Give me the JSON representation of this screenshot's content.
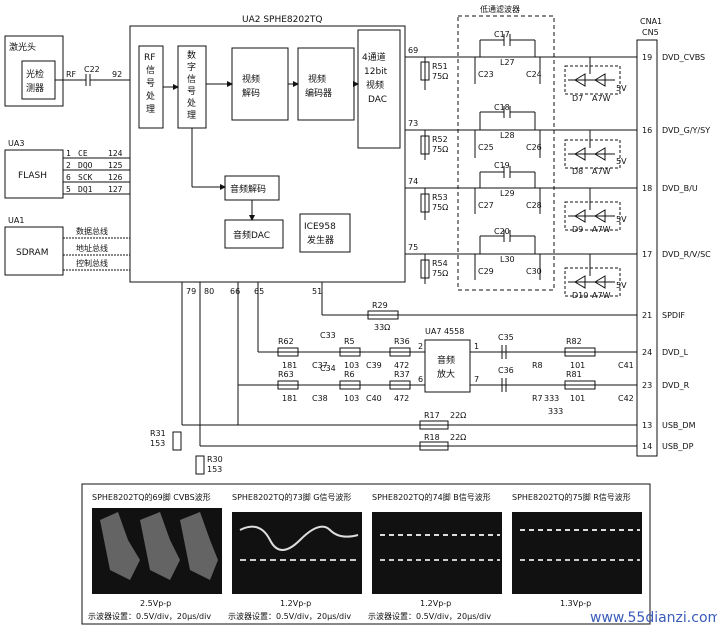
{
  "laser": {
    "title": "激光头",
    "detector": [
      "光检",
      "测器"
    ],
    "rf": "RF",
    "cap": "C22",
    "pin": "92"
  },
  "chip": {
    "name": "UA2 SPHE8202TQ",
    "rf_block": [
      "RF",
      "信",
      "号",
      "处",
      "理"
    ],
    "digital_block": [
      "数",
      "字",
      "信",
      "号",
      "处",
      "理"
    ],
    "video_decode": [
      "视频",
      "解码"
    ],
    "video_encode": [
      "视频",
      "编码器"
    ],
    "dac": [
      "4通道",
      "12bit",
      "视频",
      "DAC"
    ],
    "audio_decode": "音频解码",
    "audio_dac": "音频DAC",
    "ice": [
      "ICE958",
      "发生器"
    ],
    "bottom_pins": [
      "79",
      "80",
      "66",
      "65",
      "51"
    ]
  },
  "flash": {
    "ua": "UA3",
    "name": "FLASH",
    "pins": [
      {
        "num": "1",
        "sig": "CE",
        "chip": "124"
      },
      {
        "num": "2",
        "sig": "DQO",
        "chip": "125"
      },
      {
        "num": "6",
        "sig": "SCK",
        "chip": "126"
      },
      {
        "num": "5",
        "sig": "DQ1",
        "chip": "127"
      }
    ]
  },
  "sdram": {
    "ua": "UA1",
    "name": "SDRAM",
    "buses": [
      "数据总线",
      "地址总线",
      "控制总线"
    ]
  },
  "filter_title": "低通滤波器",
  "connector": {
    "name": "CNA1",
    "sub": "CN5"
  },
  "video_channels": [
    {
      "pin": "69",
      "r": "R51",
      "ohm": "75Ω",
      "ca": "C23",
      "cb": "C24",
      "ctop": "C17",
      "l": "L27",
      "d": "D7",
      "a": "A7W",
      "v": "5V",
      "cpin": "19",
      "out": "DVD_CVBS"
    },
    {
      "pin": "73",
      "r": "R52",
      "ohm": "75Ω",
      "ca": "C25",
      "cb": "C26",
      "ctop": "C18",
      "l": "L28",
      "d": "D8",
      "a": "A7W",
      "v": "5V",
      "cpin": "16",
      "out": "DVD_G/Y/SY"
    },
    {
      "pin": "74",
      "r": "R53",
      "ohm": "75Ω",
      "ca": "C27",
      "cb": "C28",
      "ctop": "C19",
      "l": "L29",
      "d": "D9",
      "a": "A7W",
      "v": "5V",
      "cpin": "18",
      "out": "DVD_B/U"
    },
    {
      "pin": "75",
      "r": "R54",
      "ohm": "75Ω",
      "ca": "C29",
      "cb": "C30",
      "ctop": "C20",
      "l": "L30",
      "d": "D10",
      "a": "A7W",
      "v": "5V",
      "cpin": "17",
      "out": "DVD_R/V/SC"
    }
  ],
  "spdif": {
    "r": "R29",
    "ohm": "33Ω",
    "cpin": "21",
    "out": "SPDIF"
  },
  "amp": {
    "name": "UA7 4558",
    "label": [
      "音频",
      "放大"
    ],
    "pins": [
      "2",
      "1",
      "6",
      "7"
    ]
  },
  "audio_l": {
    "r1": "R62",
    "v1": "181",
    "c1": "C33",
    "c2": "C37",
    "r2": "R5",
    "v2": "103",
    "c3": "C39",
    "r3": "R36",
    "v3": "472",
    "c4": "C35",
    "r4": "R8",
    "r5": "R82",
    "v5": "101",
    "c5": "C41",
    "cpin": "24",
    "out": "DVD_L"
  },
  "audio_r": {
    "r1": "R63",
    "v1": "181",
    "c1": "C34",
    "c2": "C38",
    "r2": "R6",
    "v2": "103",
    "c3": "C40",
    "r3": "R37",
    "v3": "472",
    "c4": "C36",
    "r4": "R7",
    "v4": "333",
    "v4b": "333",
    "r5": "R81",
    "v5": "101",
    "c5": "C42",
    "cpin": "23",
    "out": "DVD_R"
  },
  "usb": [
    {
      "r": "R17",
      "ohm": "22Ω",
      "cpin": "13",
      "out": "USB_DM"
    },
    {
      "r": "R18",
      "ohm": "22Ω",
      "cpin": "14",
      "out": "USB_DP"
    }
  ],
  "pulldowns": [
    {
      "r": "R31",
      "v": "153"
    },
    {
      "r": "R30",
      "v": "153"
    }
  ],
  "scopes": [
    {
      "title": "SPHE8202TQ的69脚 CVBS波形",
      "amp": "2.5Vp-p",
      "setting": "示波器设置：0.5V/div，20μs/div"
    },
    {
      "title": "SPHE8202TQ的73脚 G信号波形",
      "amp": "1.2Vp-p",
      "setting": "示波器设置：0.5V/div，20μs/div"
    },
    {
      "title": "SPHE8202TQ的74脚 B信号波形",
      "amp": "1.2Vp-p",
      "setting": "示波器设置：0.5V/div，20μs/div"
    },
    {
      "title": "SPHE8202TQ的75脚 R信号波形",
      "amp": "1.3Vp-p",
      "setting": ""
    }
  ],
  "watermark": "www.55dianzi.com"
}
